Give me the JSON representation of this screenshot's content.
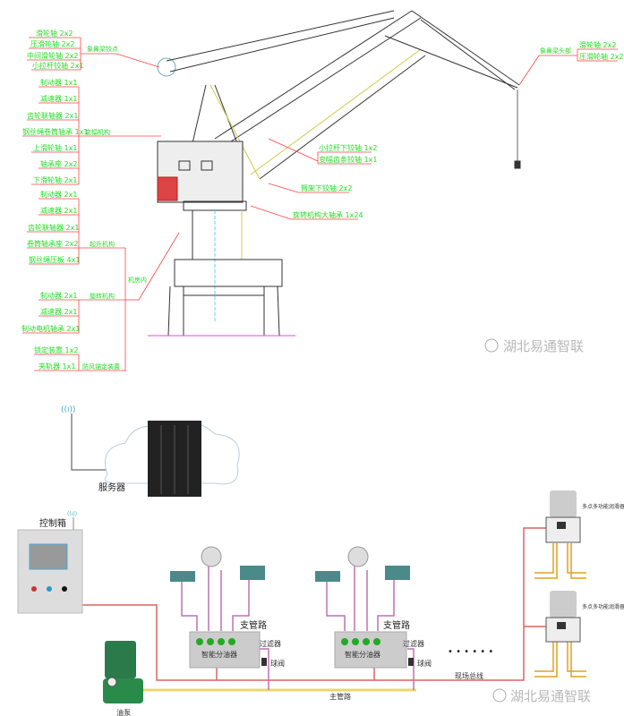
{
  "crane": {
    "top_group": {
      "label": "象鼻梁铰点",
      "items": [
        "滑轮轴 2x2",
        "压滑轮轴 2x2",
        "中间滑轮轴 2x2",
        "小拉杆铰轴 2x1"
      ]
    },
    "luffing_group": {
      "label": "变幅机构",
      "items": [
        "制动器 1x1",
        "减速器 1x1",
        "齿轮联轴器 2x1",
        "钢丝绳卷筒轴承 1x1",
        "上滑轮轴 1x1",
        "轴承座 2x2",
        "下滑轮轴 2x1"
      ]
    },
    "hoist_group": {
      "label": "起升机构",
      "items": [
        "制动器 2x1",
        "减速器 2x1",
        "齿轮联轴器 2x1",
        "卷筒轴承座 2x2",
        "钢丝绳压板 4x1"
      ]
    },
    "machine_room_label": "机房内",
    "slewing_group": {
      "label": "旋转机构",
      "items": [
        "制动器 2x1",
        "减速器 2x1",
        "制动电机轴承 2x1"
      ]
    },
    "anchor_group": {
      "label": "防风锚定装置",
      "items": [
        "锁定装置 1x2",
        "夹轨器 1x1"
      ]
    },
    "right_items": [
      "小拉杆下铰轴 1x2",
      "变幅齿条铰轴 1x1",
      "臂架下铰轴 2x2",
      "旋转机构大轴承 1x24"
    ],
    "head_group": {
      "label": "象鼻梁头部",
      "items": [
        "滑轮轴 2x2",
        "压滑轮轴 2x2"
      ]
    },
    "watermark": "湖北易通智联"
  },
  "system": {
    "server": "服务器",
    "control_box": "控制箱",
    "branch_pipe": "支管路",
    "distributor": "智能分油器",
    "filter": "过滤器",
    "ball_valve": "球阀",
    "main_pipe": "主管路",
    "pump": "油泵",
    "field_bus": "现场总线",
    "ellipsis": "• • • • • •",
    "lubricator_1": "多点多功能润滑器",
    "lubricator_2": "多点多功能润滑器",
    "watermark": "湖北易通智联",
    "colors": {
      "signal": "#e06060",
      "grease_main": "#e8d870",
      "branch": "#c070b0",
      "outlet": "#e0a020"
    }
  }
}
